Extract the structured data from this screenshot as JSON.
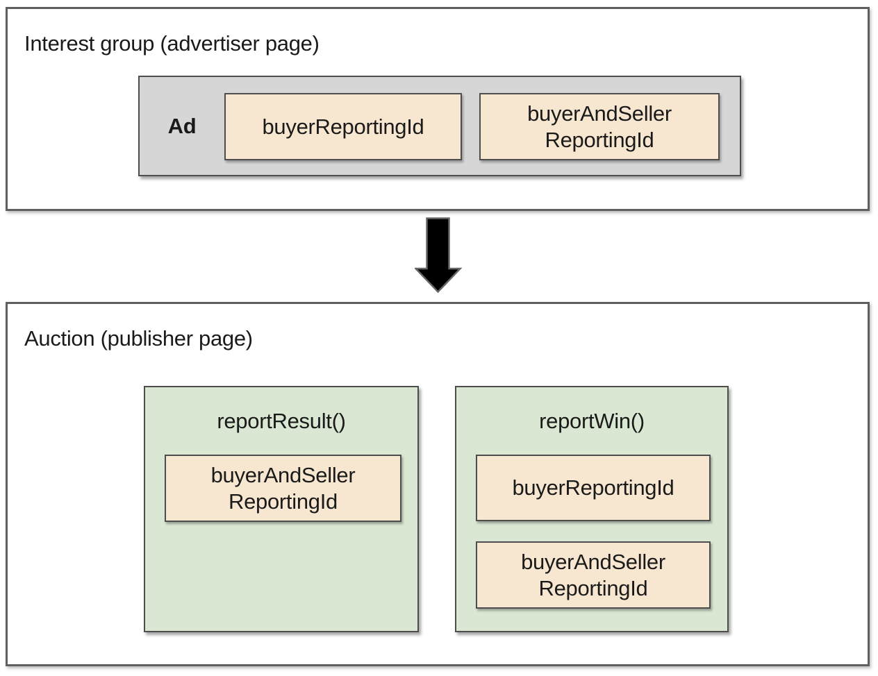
{
  "diagram": {
    "interest_group": {
      "title": "Interest group (advertiser page)",
      "ad_label": "Ad",
      "fields": {
        "buyer_reporting_id": "buyerReportingId",
        "buyer_and_seller_reporting_id": "buyerAndSeller\nReportingId"
      }
    },
    "arrow": "down",
    "auction": {
      "title": "Auction (publisher page)",
      "report_result": {
        "title": "reportResult()",
        "fields": {
          "buyer_and_seller_reporting_id": "buyerAndSeller\nReportingId"
        }
      },
      "report_win": {
        "title": "reportWin()",
        "fields": {
          "buyer_reporting_id": "buyerReportingId",
          "buyer_and_seller_reporting_id": "buyerAndSeller\nReportingId"
        }
      }
    }
  },
  "colors": {
    "tan": "#f8e7d0",
    "green": "#d9e7d3",
    "gray": "#d6d6d6",
    "border": "#4d4d4d",
    "outer_border": "#5f5f5f",
    "arrow_fill": "#000000",
    "arrow_stroke": "#666666",
    "text": "#1a1a1a"
  }
}
